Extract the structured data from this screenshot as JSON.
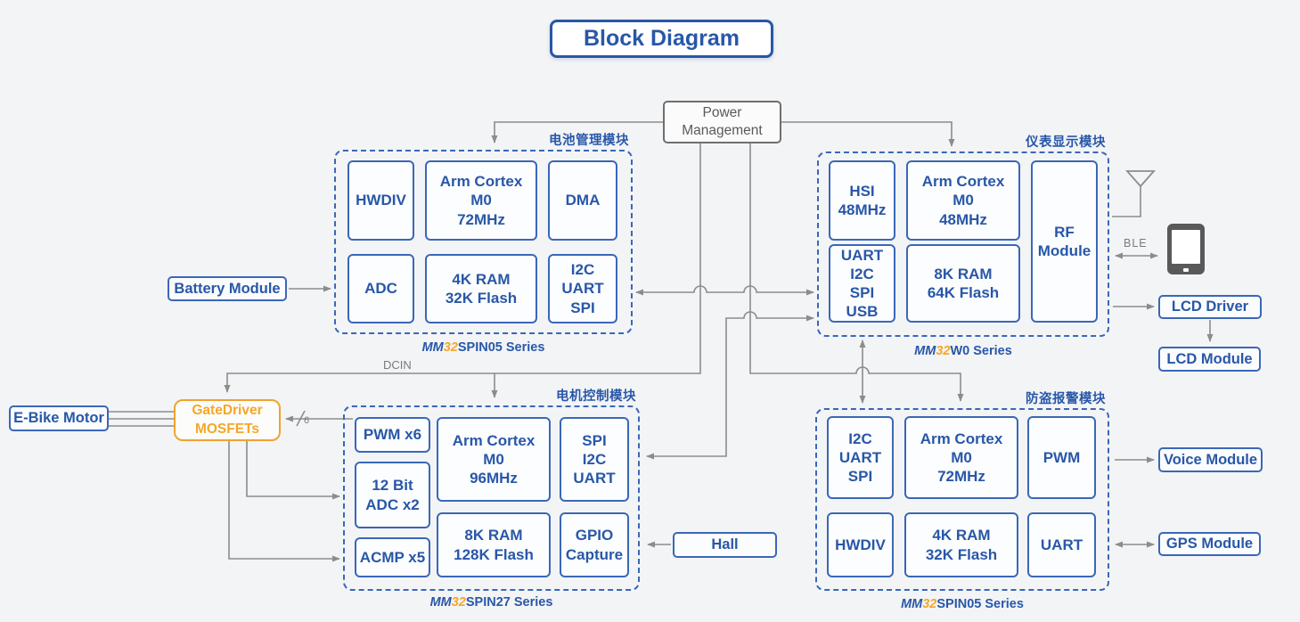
{
  "title": "Block Diagram",
  "colors": {
    "accent_blue": "#2857a8",
    "accent_orange": "#f5a728",
    "wire_gray": "#8c8c8c",
    "background": "#f3f4f6"
  },
  "power": {
    "label": "Power\nManagement"
  },
  "wire_labels": {
    "dcin": "DCIN",
    "ble": "BLE",
    "slash_count": "6"
  },
  "external": {
    "battery": "Battery Module",
    "ebike": "E-Bike Motor",
    "gatedriver": "GateDriver\nMOSFETs",
    "hall": "Hall",
    "lcd_driver": "LCD Driver",
    "lcd_module": "LCD Module",
    "voice": "Voice Module",
    "gps": "GPS Module"
  },
  "modules": {
    "battery": {
      "title": "电池管理模块",
      "series": {
        "mm": "MM",
        "num": "32",
        "rest": "SPIN05 Series"
      },
      "blocks": {
        "hwdiv": "HWDIV",
        "cpu": "Arm Cortex\nM0\n72MHz",
        "dma": "DMA",
        "adc": "ADC",
        "mem": "4K RAM\n32K Flash",
        "comm": "I2C\nUART\nSPI"
      }
    },
    "display": {
      "title": "仪表显示模块",
      "series": {
        "mm": "MM",
        "num": "32",
        "rest": "W0 Series"
      },
      "blocks": {
        "hsi": "HSI\n48MHz",
        "cpu": "Arm Cortex\nM0\n48MHz",
        "rf": "RF\nModule",
        "comm": "UART\nI2C\nSPI\nUSB",
        "mem": "8K RAM\n64K Flash"
      }
    },
    "motor": {
      "title": "电机控制模块",
      "series": {
        "mm": "MM",
        "num": "32",
        "rest": "SPIN27 Series"
      },
      "blocks": {
        "pwm": "PWM x6",
        "adc": "12 Bit\nADC x2",
        "acmp": "ACMP x5",
        "cpu": "Arm Cortex\nM0\n96MHz",
        "mem": "8K RAM\n128K Flash",
        "comm": "SPI\nI2C\nUART",
        "gpio": "GPIO\nCapture"
      }
    },
    "alarm": {
      "title": "防盗报警模块",
      "series": {
        "mm": "MM",
        "num": "32",
        "rest": "SPIN05 Series"
      },
      "blocks": {
        "comm": "I2C\nUART\nSPI",
        "cpu": "Arm Cortex\nM0\n72MHz",
        "pwm": "PWM",
        "hwdiv": "HWDIV",
        "mem": "4K RAM\n32K Flash",
        "uart": "UART"
      }
    }
  }
}
